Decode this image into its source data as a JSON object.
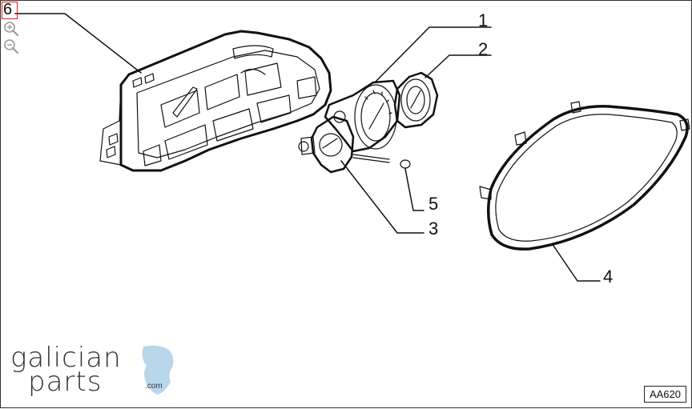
{
  "diagram": {
    "callouts": [
      "1",
      "2",
      "3",
      "4",
      "5",
      "6"
    ],
    "reference_code": "AA620"
  },
  "logo": {
    "line1": "galician",
    "line2": "parts",
    "suffix": ".com",
    "accent_color": "#b9d6ea"
  },
  "toolbar": {
    "icons": [
      "zoom-in-icon",
      "zoom-out-icon"
    ]
  },
  "colors": {
    "hotspot": "#e02020",
    "line": "#111111"
  }
}
